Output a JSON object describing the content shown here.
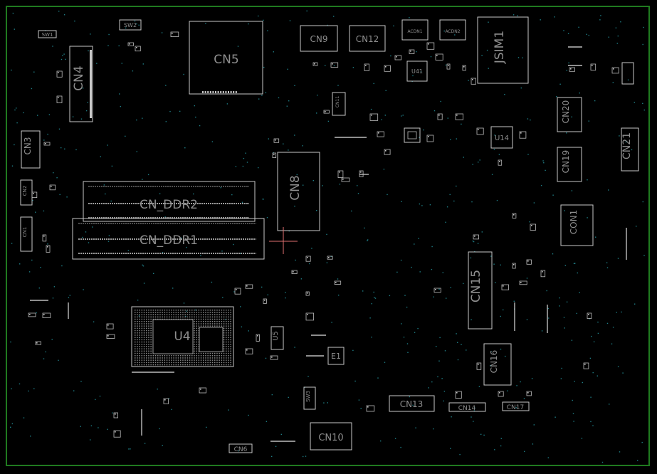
{
  "colors": {
    "background": "#000000",
    "board_border": "#1f7a1f",
    "outline": "#c8c8c8",
    "label": "#8e8e8e",
    "via": "#2aa6b0",
    "cursor": "#e07070"
  },
  "labels": {
    "sw1": "SW1",
    "sw2": "SW2",
    "cn4": "CN4",
    "cn5": "CN5",
    "cn9": "CN9",
    "cn12": "CN12",
    "acdn1": "ACDN1",
    "acdn2": "ACDN2",
    "jsim1": "JSIM1",
    "cn3": "CN3",
    "cn2": "CN2",
    "cn1": "CN1",
    "cn_ddr2": "CN_DDR2",
    "cn_ddr1": "CN_DDR1",
    "cn8": "CN8",
    "u41": "U41",
    "u14": "U14",
    "cn20": "CN20",
    "cn19": "CN19",
    "cn21": "CN21",
    "con1": "CON1",
    "cn15": "CN15",
    "u4": "U4",
    "u5": "U5",
    "e1": "E1",
    "cn16": "CN16",
    "sw3": "SW3",
    "cn13": "CN13",
    "cn14": "CN14",
    "cn17": "CN17",
    "cn10": "CN10",
    "cn6": "CN6",
    "cn11": "CN11"
  }
}
